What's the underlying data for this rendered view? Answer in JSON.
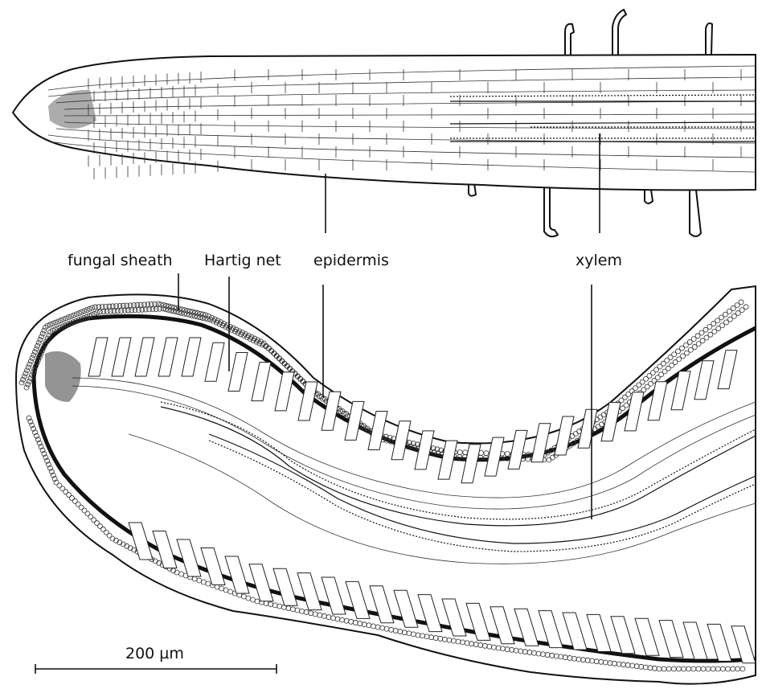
{
  "labels": {
    "fungal_sheath": "fungal sheath",
    "hartig_net": "Hartig net",
    "epidermis": "epidermis",
    "xylem": "xylem"
  },
  "scale_bar": {
    "label": "200 µm",
    "length_um": 200
  },
  "colors": {
    "ink": "#111111",
    "background": "#ffffff"
  }
}
